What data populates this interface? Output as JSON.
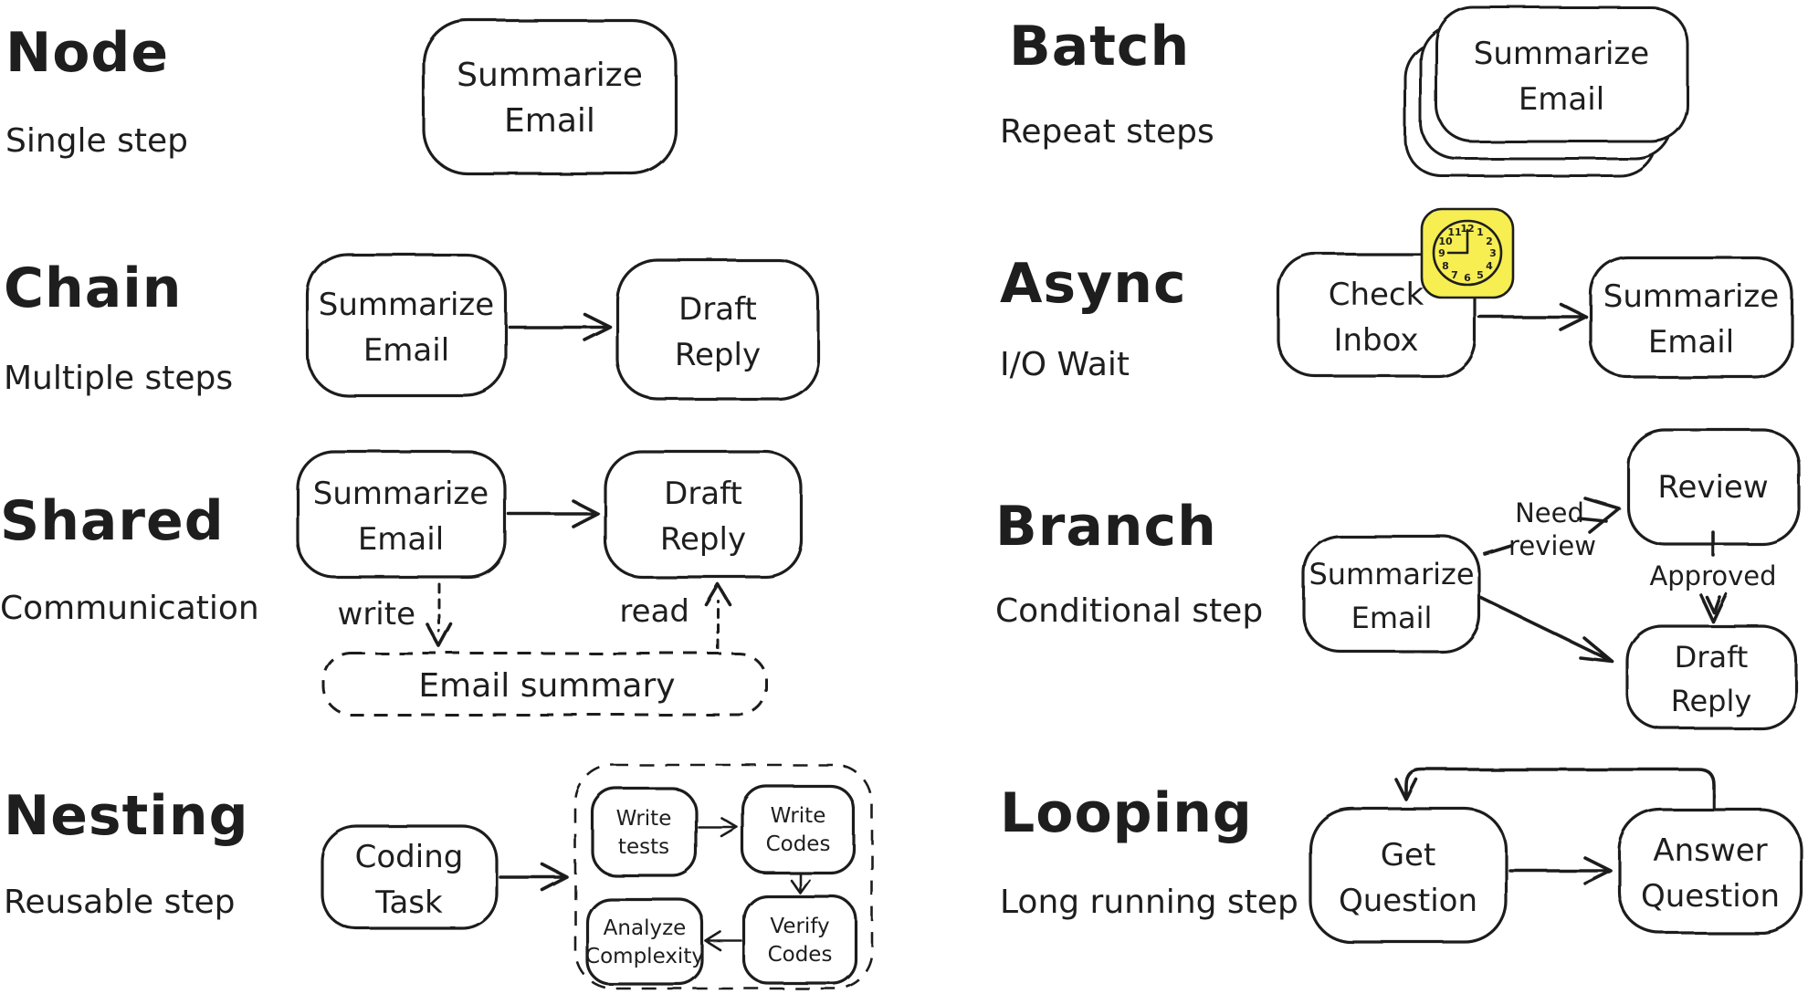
{
  "page": {
    "background": "#ffffff",
    "ink_color": "#1e1e1e",
    "sticker_color": "#f7ee52"
  },
  "sections": {
    "node": {
      "title": "Node",
      "subtitle": "Single step",
      "box": [
        "Summarize",
        "Email"
      ]
    },
    "chain": {
      "title": "Chain",
      "subtitle": "Multiple steps",
      "box1": [
        "Summarize",
        "Email"
      ],
      "box2": [
        "Draft",
        "Reply"
      ]
    },
    "shared": {
      "title": "Shared",
      "subtitle": "Communication",
      "box1": [
        "Summarize",
        "Email"
      ],
      "box2": [
        "Draft",
        "Reply"
      ],
      "write_label": "write",
      "read_label": "read",
      "store_label": "Email summary"
    },
    "nesting": {
      "title": "Nesting",
      "subtitle": "Reusable step",
      "box": [
        "Coding",
        "Task"
      ],
      "write_tests": [
        "Write",
        "tests"
      ],
      "write_codes": [
        "Write",
        "Codes"
      ],
      "verify_codes": [
        "Verify",
        "Codes"
      ],
      "analyze_complexity": [
        "Analyze",
        "Complexity"
      ]
    },
    "batch": {
      "title": "Batch",
      "subtitle": "Repeat steps",
      "box": [
        "Summarize",
        "Email"
      ]
    },
    "async": {
      "title": "Async",
      "subtitle": "I/O Wait",
      "box1": [
        "Check",
        "Inbox"
      ],
      "box2": [
        "Summarize",
        "Email"
      ],
      "clock_numbers": [
        "12",
        "1",
        "2",
        "3",
        "4",
        "5",
        "6",
        "7",
        "8",
        "9",
        "10",
        "11"
      ]
    },
    "branch": {
      "title": "Branch",
      "subtitle": "Conditional step",
      "box": [
        "Summarize",
        "Email"
      ],
      "review_box": "Review",
      "draft_box": [
        "Draft",
        "Reply"
      ],
      "need_review": [
        "Need",
        "review"
      ],
      "approved_label": "Approved"
    },
    "looping": {
      "title": "Looping",
      "subtitle": "Long running step",
      "box1": [
        "Get",
        "Question"
      ],
      "box2": [
        "Answer",
        "Question"
      ]
    }
  }
}
